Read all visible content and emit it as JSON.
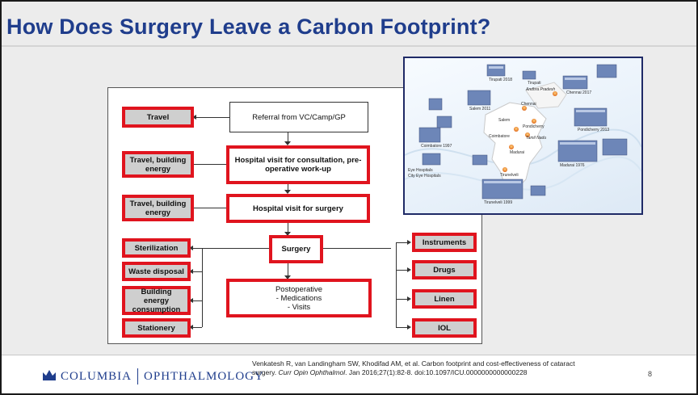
{
  "slide": {
    "title": "How Does Surgery Leave a Carbon Footprint?",
    "page_number": "8"
  },
  "diagram": {
    "center": {
      "referral": "Referral from VC/Camp/GP",
      "consultation": "Hospital visit for consultation, pre-operative work-up",
      "surgery_visit": "Hospital visit for surgery",
      "surgery": "Surgery",
      "postop_title": "Postoperative",
      "postop_item1": "- Medications",
      "postop_item2": "- Visits"
    },
    "left": {
      "travel": "Travel",
      "travel_energy_1": "Travel, building energy",
      "travel_energy_2": "Travel, building energy",
      "sterilization": "Sterilization",
      "waste": "Waste disposal",
      "building_energy": "Building energy consumption",
      "stationery": "Stationery"
    },
    "right": {
      "instruments": "Instruments",
      "drugs": "Drugs",
      "linen": "Linen",
      "iol": "IOL"
    }
  },
  "map": {
    "labels": [
      "Tirupati 2018",
      "Tirupati",
      "Andhra Pradesh",
      "Chennai 2017",
      "Salem 2011",
      "Chennai",
      "Pondicherry 2013",
      "Salem",
      "Pondicherry",
      "Tamil Nadu",
      "Coimbatore 1997",
      "Coimbatore",
      "Madurai",
      "Tirunelveli",
      "Madurai 1976",
      "Tirunelveli 1999",
      "Eye Hospitals",
      "City Eye Hospitals"
    ]
  },
  "footer": {
    "logo_word1": "COLUMBIA",
    "logo_word2": "OPHTHALMOLOGY",
    "citation_line1": "Venkatesh R, van Landingham SW, Khodifad AM, et al. Carbon footprint and cost-effectiveness of cataract",
    "citation_pre": "surgery. ",
    "citation_journal": "Curr Opin Ophthalmol",
    "citation_post": ". Jan 2016;27(1):82-8. doi:10.1097/ICU.0000000000000228"
  }
}
